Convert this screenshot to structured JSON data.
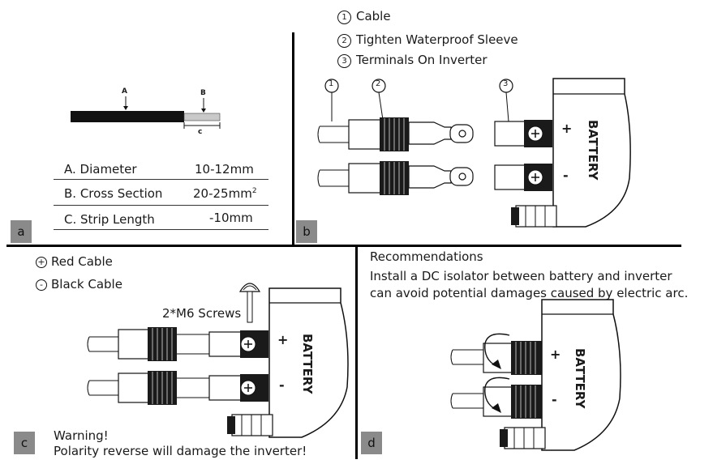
{
  "panels": {
    "a": {
      "tag": "a",
      "strip_labels": {
        "A": "A",
        "B": "B",
        "C": "c"
      },
      "rows": [
        {
          "label": "A. Diameter",
          "value": "10-12mm"
        },
        {
          "label": "B. Cross Section",
          "value": "20-25mm",
          "sup": "2"
        },
        {
          "label": "C. Strip Length",
          "value": "-10mm"
        }
      ]
    },
    "b": {
      "tag": "b",
      "legend": [
        {
          "num": "1",
          "text": "Cable"
        },
        {
          "num": "2",
          "text": "Tighten Waterproof Sleeve"
        },
        {
          "num": "3",
          "text": "Terminals On Inverter"
        }
      ],
      "callouts": [
        "1",
        "2",
        "3"
      ],
      "device_label": "BATTERY",
      "plus": "+",
      "minus": "-"
    },
    "c": {
      "tag": "c",
      "legend": [
        {
          "symbol": "+",
          "text": "Red Cable"
        },
        {
          "symbol": "-",
          "text": "Black Cable"
        }
      ],
      "screw_label": "2*M6 Screws",
      "device_label": "BATTERY",
      "plus": "+",
      "minus": "-",
      "warning_title": "Warning!",
      "warning_text": "Polarity reverse will damage the inverter!"
    },
    "d": {
      "tag": "d",
      "title": "Recommendations",
      "line1": "Install a DC isolator between battery and inverter",
      "line2": "can avoid potential damages caused by electric arc.",
      "device_label": "BATTERY",
      "plus": "+",
      "minus": "-"
    }
  }
}
